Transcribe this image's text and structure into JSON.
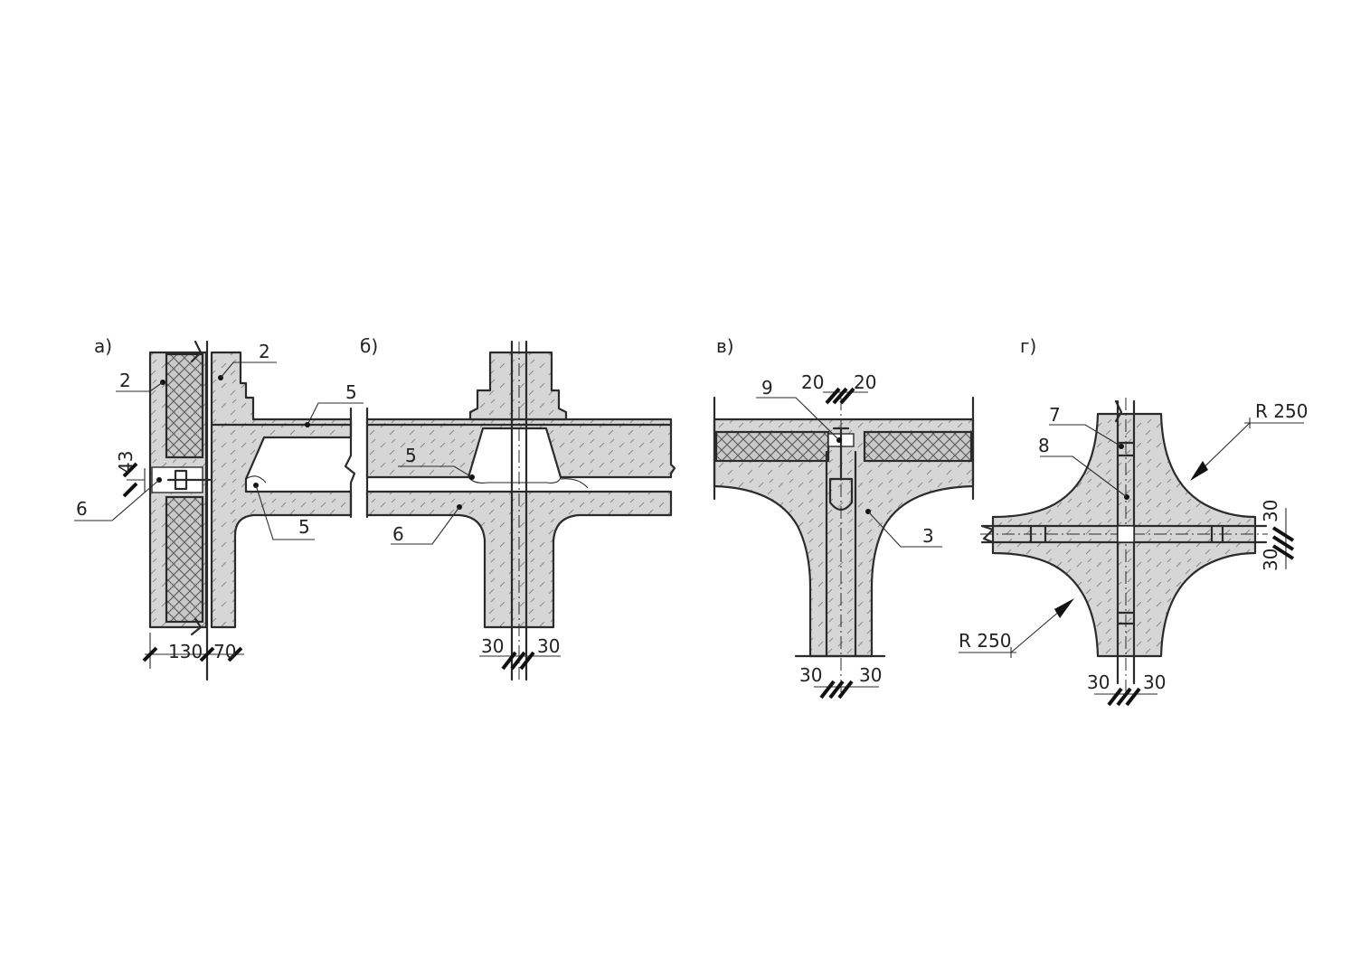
{
  "figures": [
    {
      "id": "a",
      "letter": "а)",
      "labels": [
        "2",
        "2",
        "5",
        "5",
        "6"
      ],
      "dimensions": [
        "43",
        "130",
        "70"
      ]
    },
    {
      "id": "b",
      "letter": "б)",
      "labels": [
        "5",
        "6"
      ],
      "dimensions": [
        "30",
        "30"
      ]
    },
    {
      "id": "v",
      "letter": "в)",
      "labels": [
        "9",
        "3"
      ],
      "dimensions": [
        "20",
        "20",
        "30",
        "30"
      ]
    },
    {
      "id": "g",
      "letter": "г)",
      "labels": [
        "7",
        "8"
      ],
      "dimensions": [
        "R 250",
        "R 250",
        "30",
        "30",
        "30",
        "30"
      ]
    }
  ]
}
